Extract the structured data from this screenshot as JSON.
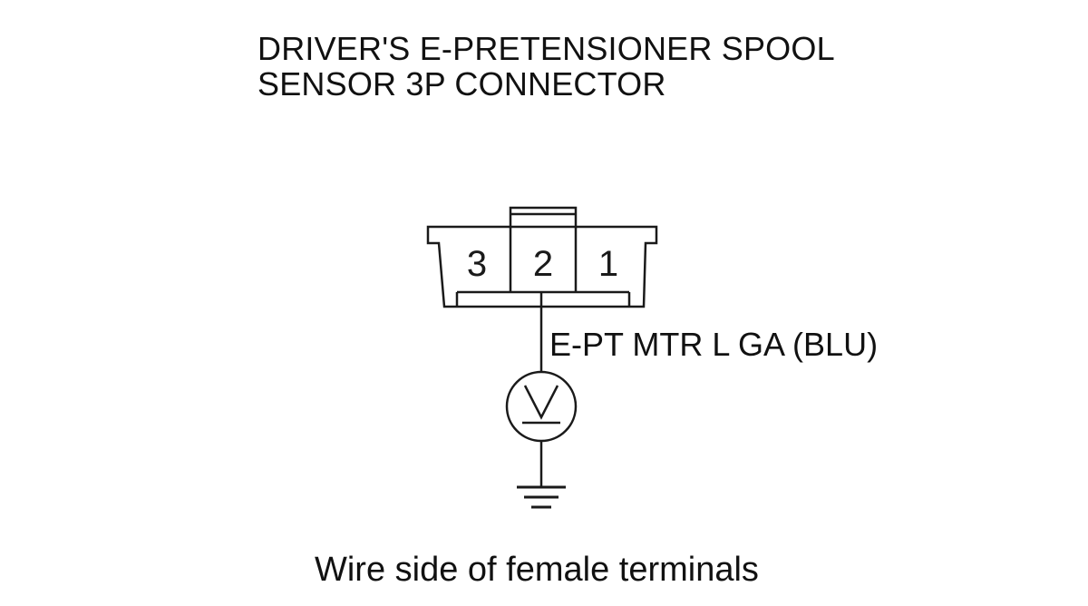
{
  "title": {
    "line1": "DRIVER'S E-PRETENSIONER SPOOL",
    "line2": "SENSOR 3P CONNECTOR"
  },
  "connector": {
    "terminals": [
      "3",
      "2",
      "1"
    ]
  },
  "wire": {
    "label": "E-PT MTR L GA (BLU)"
  },
  "meter": {
    "symbol": "V"
  },
  "caption": "Wire side of female terminals"
}
